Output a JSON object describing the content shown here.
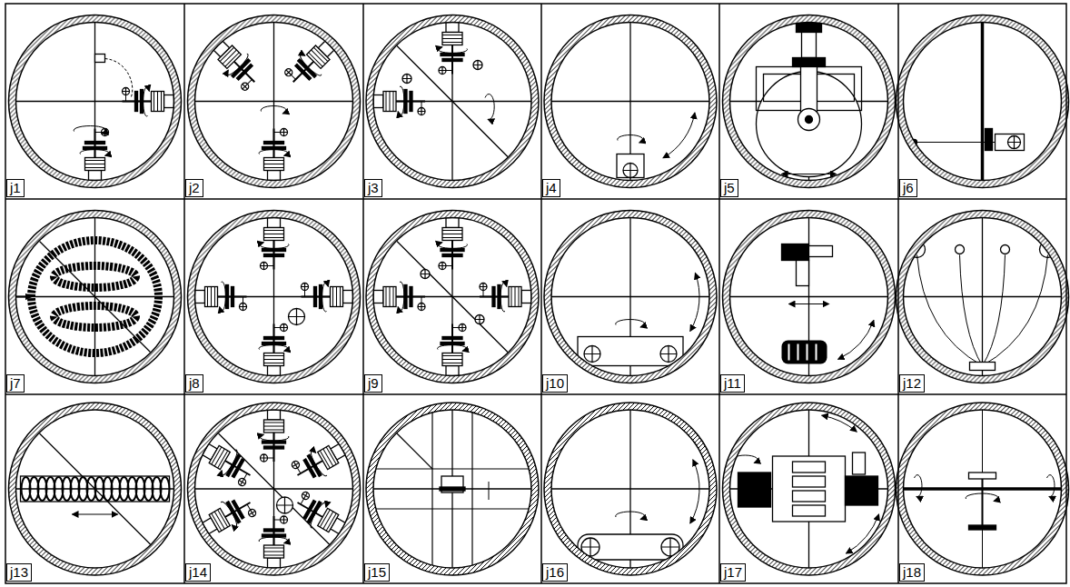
{
  "diagram": {
    "labels": [
      "j1",
      "j2",
      "j3",
      "j4",
      "j5",
      "j6",
      "j7",
      "j8",
      "j9",
      "j10",
      "j11",
      "j12",
      "j13",
      "j14",
      "j15",
      "j16",
      "j17",
      "j18"
    ]
  }
}
